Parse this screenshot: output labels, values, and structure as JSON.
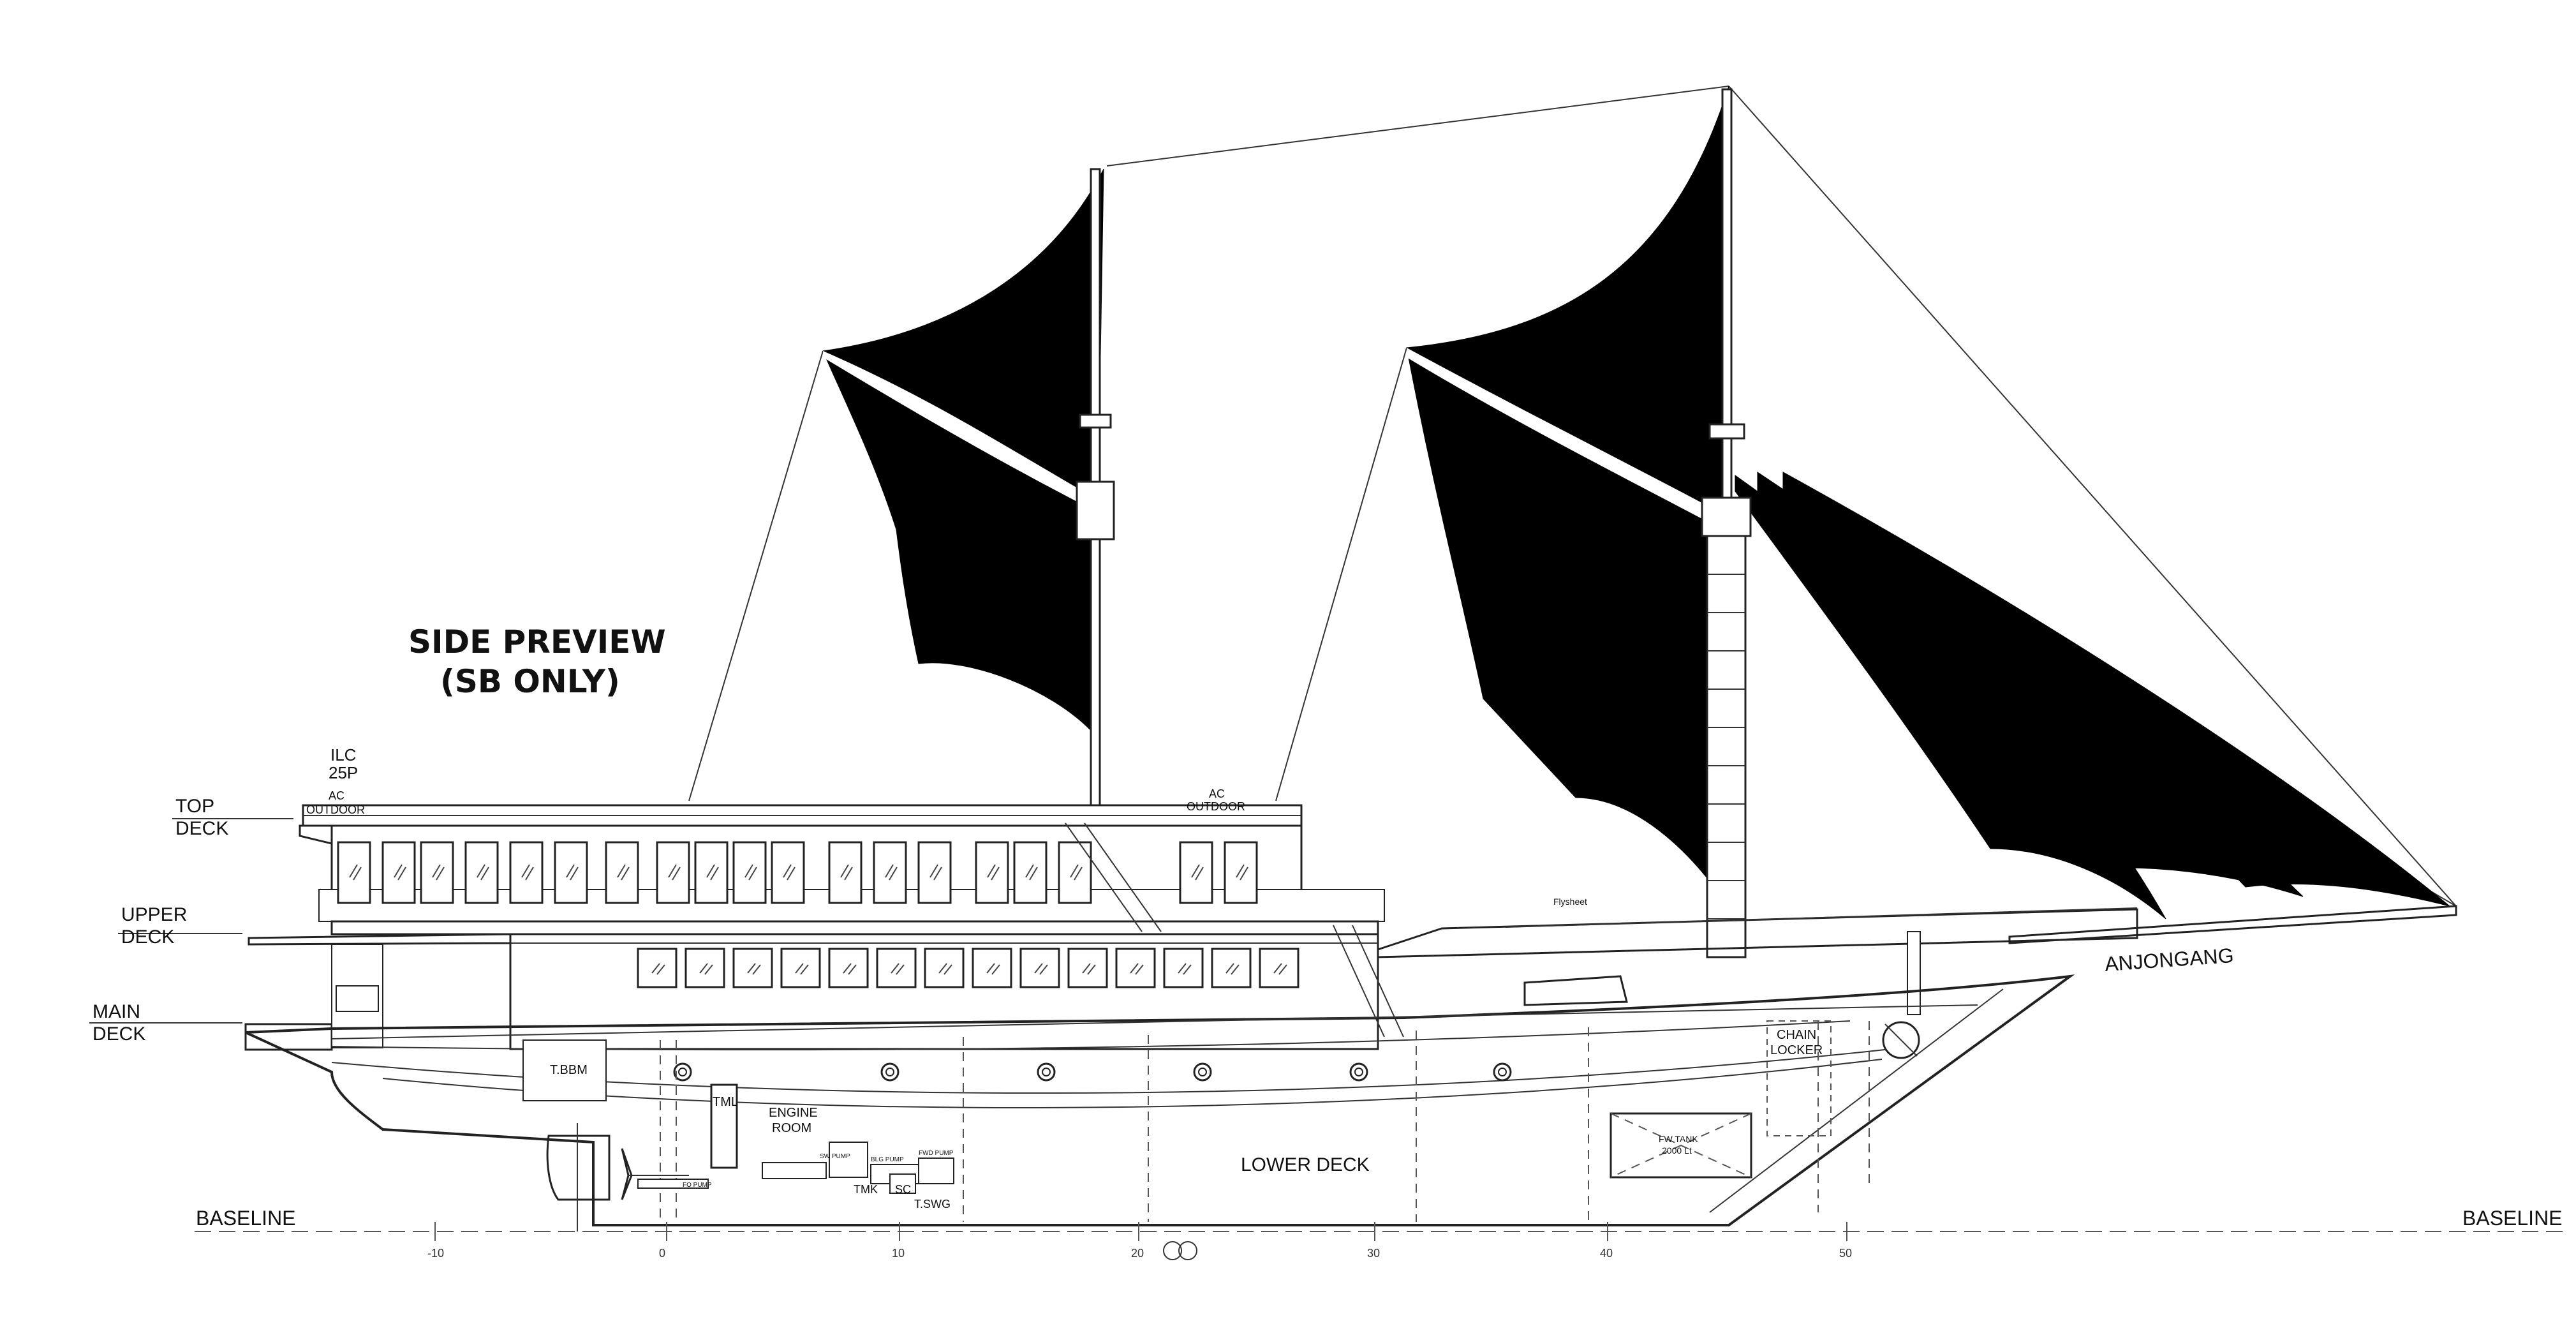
{
  "title": {
    "line1": "SIDE PREVIEW",
    "line2": "(SB ONLY)"
  },
  "deck_labels": {
    "top_deck": [
      "TOP",
      "DECK"
    ],
    "upper_deck": [
      "UPPER",
      "DECK"
    ],
    "main_deck": [
      "MAIN",
      "DECK"
    ],
    "lower_deck": "LOWER DECK"
  },
  "equipment_labels": {
    "ilc": [
      "ILC",
      "25P"
    ],
    "ac_outdoor_aft": [
      "AC",
      "OUTDOOR"
    ],
    "ac_outdoor_mid": [
      "AC",
      "OUTDOOR"
    ],
    "flysheet": "Flysheet",
    "anjongang": "ANJONGANG",
    "chain_locker": [
      "CHAIN",
      "LOCKER"
    ],
    "t_bbm": "T.BBM",
    "tml": "TML",
    "engine_room": [
      "ENGINE",
      "ROOM"
    ],
    "tmk": "TMK",
    "sc": "SC",
    "t_swg": "T.SWG",
    "fw_tank": [
      "FW TANK",
      "2000 Lt"
    ],
    "fo_pump": "FO PUMP",
    "sw_pump": "SW PUMP",
    "bilge_pump": "BLG PUMP",
    "fwd_pump": "FWD PUMP"
  },
  "baseline": {
    "left_label": "BASELINE",
    "right_label": "BASELINE"
  },
  "frame_scale": [
    "-10",
    "0",
    "10",
    "20",
    "30",
    "40",
    "50"
  ]
}
